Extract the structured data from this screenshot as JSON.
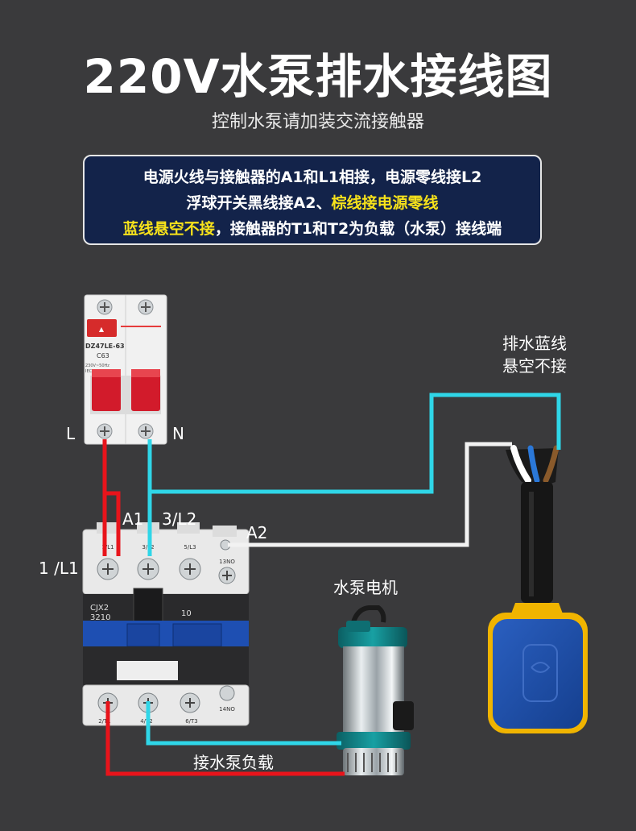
{
  "header": {
    "title": "220V水泵排水接线图",
    "subtitle": "控制水泵请加装交流接触器"
  },
  "notes": {
    "line1": "电源火线与接触器的A1和L1相接，电源零线接L2",
    "line2_a": "浮球开关黑线接A2、",
    "line2_b": "棕线接电源零线",
    "line3_a": "蓝线悬空不接",
    "line3_b": "，接触器的T1和T2为负载（水泵）接线端"
  },
  "labels": {
    "blue_wire_1": "排水蓝线",
    "blue_wire_2": "悬空不接",
    "L": "L",
    "N": "N",
    "A1": "A1",
    "L2": "3/L2",
    "A2": "A2",
    "L1": "1 /L1",
    "pump": "水泵电机",
    "load": "接水泵负载"
  },
  "breaker": {
    "model": "DZ47LE-63",
    "rating": "C63",
    "spec1": "230V~50Hz",
    "spec2": "IEC61009-1"
  },
  "contactor": {
    "model_1": "CJX2",
    "model_2": "3210",
    "num": "10",
    "top_terms": [
      "1/L1",
      "3/L2",
      "5/L3",
      "13NO"
    ],
    "bottom_terms": [
      "2/T1",
      "4/T2",
      "6/T3",
      "14NO"
    ]
  },
  "colors": {
    "red_wire": "#e8141b",
    "cyan_wire": "#2fd6e8",
    "white_wire": "#f2f2f2",
    "highlight": "#f7e21b",
    "box_bg": "#13234a"
  }
}
